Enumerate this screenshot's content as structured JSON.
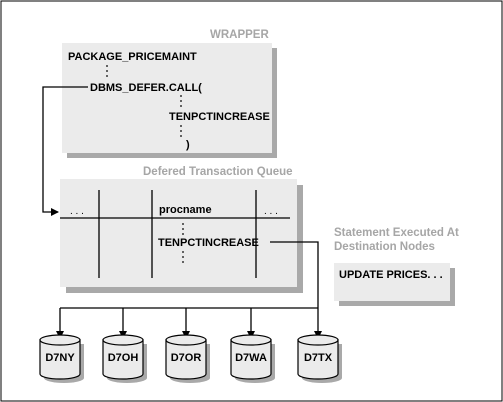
{
  "wrapper": {
    "heading": "WRAPPER",
    "package_line": "PACKAGE_PRICEMAINT",
    "call_line": "DBMS_DEFER.CALL(",
    "arg_line": "TENPCTINCREASE",
    "close_line": ")"
  },
  "queue": {
    "heading": "Defered Transaction Queue",
    "left_ellipsis": ". . .",
    "column_header": "procname",
    "right_ellipsis": ". . .",
    "entry": "TENPCTINCREASE"
  },
  "statement": {
    "heading_line1": "Statement Executed At",
    "heading_line2": "Destination Nodes",
    "text": "UPDATE PRICES. . ."
  },
  "nodes": [
    "D7NY",
    "D7OH",
    "D7OR",
    "D7WA",
    "D7TX"
  ],
  "colors": {
    "box_fill": "#ebebeb",
    "shadow": "#a9a9a9",
    "heading": "#a6a6a6",
    "line": "#000000"
  }
}
